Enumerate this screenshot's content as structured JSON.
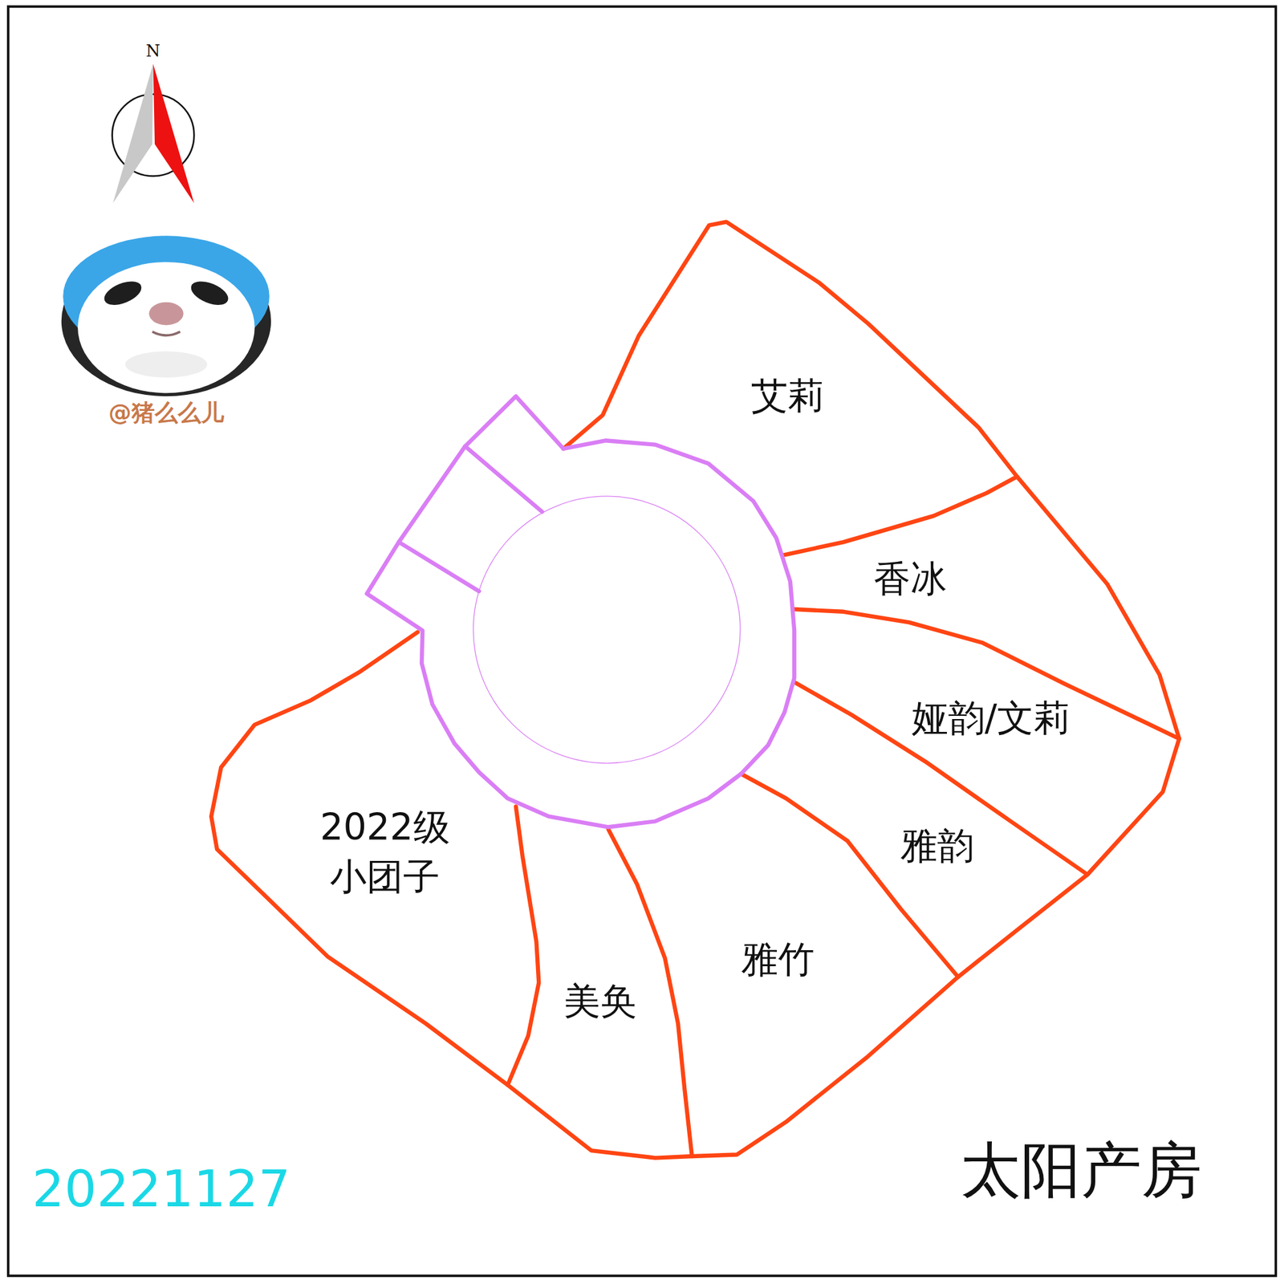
{
  "diagram": {
    "nodes": [
      {
        "text": [
          "艾莉"
        ]
      },
      {
        "text": [
          "香冰"
        ]
      },
      {
        "text": [
          "娅韵/文莉"
        ]
      },
      {
        "text": [
          "雅韵"
        ]
      },
      {
        "text": [
          "雅竹"
        ]
      },
      {
        "text": [
          "美奂"
        ]
      },
      {
        "text": [
          "2022级 小团子"
        ]
      }
    ],
    "labels": [
      "N",
      "@猪么么儿",
      "20221127",
      "太阳产房"
    ]
  }
}
